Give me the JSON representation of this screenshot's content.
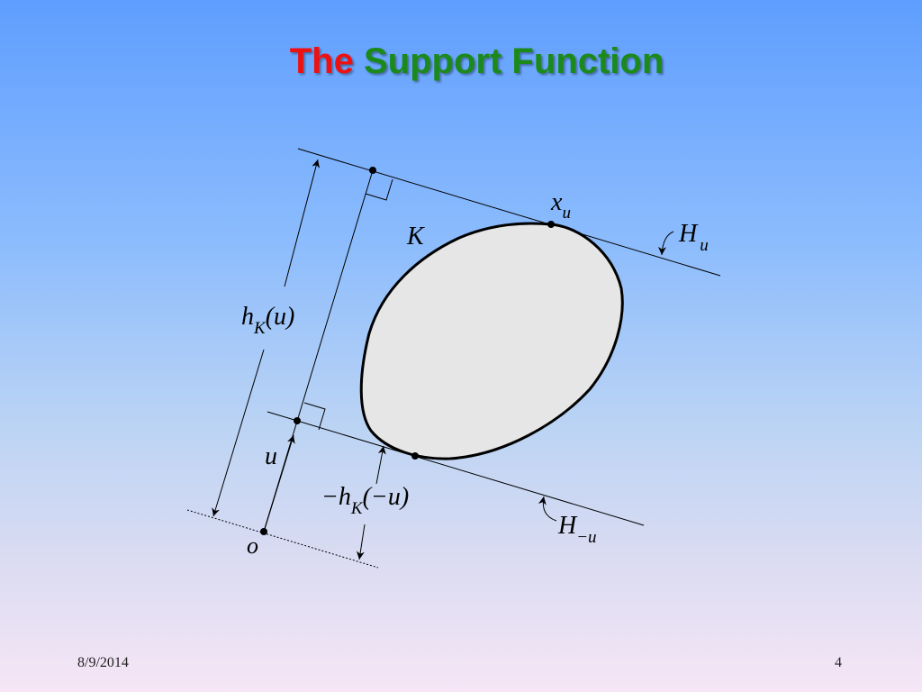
{
  "slide": {
    "title_word_1": "The",
    "title_word_2": "Support Function",
    "colors": {
      "title_word_1": "#ee1111",
      "title_word_2": "#1b8a1b",
      "convex_body_fill": "#e6e6e6"
    }
  },
  "diagram": {
    "label_K": "K",
    "label_x": "x",
    "label_x_sub": "u",
    "label_H": "H",
    "label_H_sub": "u",
    "label_Hneg": "H",
    "label_Hneg_sub": "−u",
    "label_hK": "h",
    "label_hK_sub": "K",
    "label_hK_arg": "(u)",
    "label_neg_hK_pre": "−h",
    "label_neg_hK_sub": "K",
    "label_neg_hK_arg": "(−u)",
    "label_u": "u",
    "label_o": "o"
  },
  "footer": {
    "date": "8/9/2014",
    "page": "4"
  }
}
